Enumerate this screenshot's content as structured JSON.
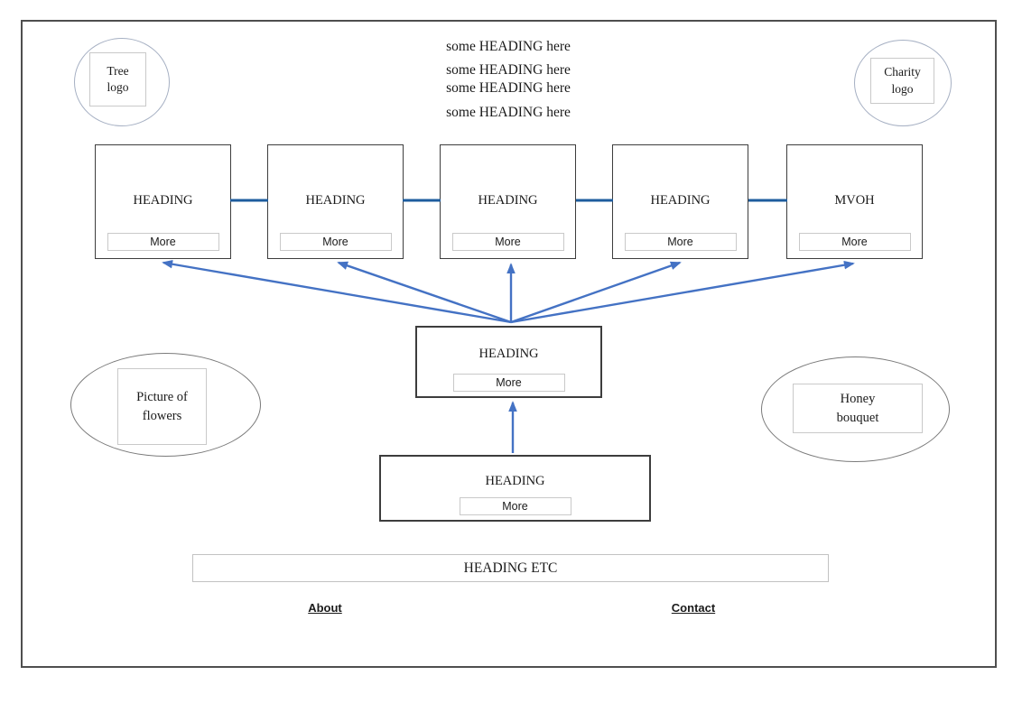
{
  "colors": {
    "frame_border": "#4f4f4f",
    "box_border": "#3d3d3d",
    "light_border": "#c9c9c9",
    "logo_ellipse_border": "#a6b0c3",
    "media_ellipse_border": "#7a7a7a",
    "arrow_blue": "#4472c4",
    "connector_blue": "#1e5c9e",
    "text": "#1a1a1a"
  },
  "header": {
    "tree_logo_label": "Tree\nlogo",
    "charity_logo_label": "Charity\nlogo",
    "heading_lines": [
      "some HEADING here",
      "some HEADING here",
      "some HEADING here",
      "some HEADING here"
    ]
  },
  "nav_boxes": [
    {
      "label": "HEADING",
      "more_label": "More"
    },
    {
      "label": "HEADING",
      "more_label": "More"
    },
    {
      "label": "HEADING",
      "more_label": "More"
    },
    {
      "label": "HEADING",
      "more_label": "More"
    },
    {
      "label": "MVOH",
      "more_label": "More"
    }
  ],
  "center_box": {
    "label": "HEADING",
    "more_label": "More"
  },
  "intro_box": {
    "label": "HEADING",
    "more_label": "More"
  },
  "media": {
    "flowers_label": "Picture of\nflowers",
    "honey_label": "Honey\nbouquet"
  },
  "footer": {
    "banner_label": "HEADING ETC",
    "about_label": "About",
    "contact_label": "Contact"
  }
}
